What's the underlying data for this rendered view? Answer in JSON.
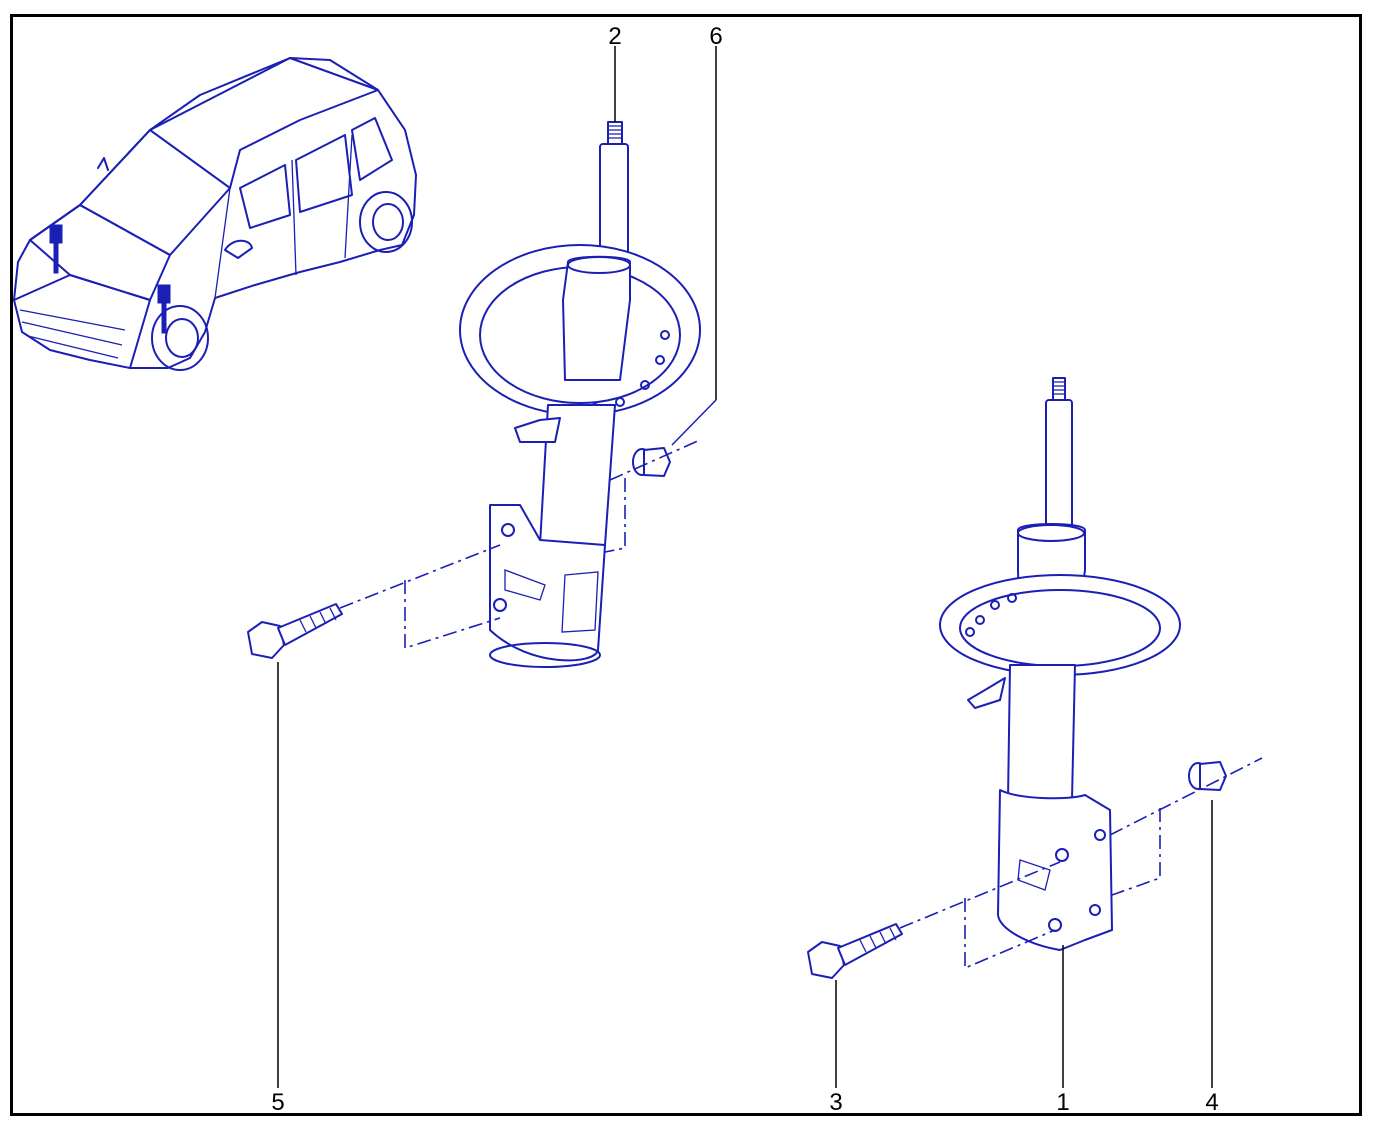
{
  "diagram": {
    "callouts": [
      {
        "id": "1",
        "label": "1"
      },
      {
        "id": "2",
        "label": "2"
      },
      {
        "id": "3",
        "label": "3"
      },
      {
        "id": "4",
        "label": "4"
      },
      {
        "id": "5",
        "label": "5"
      },
      {
        "id": "6",
        "label": "6"
      }
    ]
  },
  "colors": {
    "line_art": "#1a1fb5",
    "frame": "#000000",
    "background": "#ffffff"
  }
}
